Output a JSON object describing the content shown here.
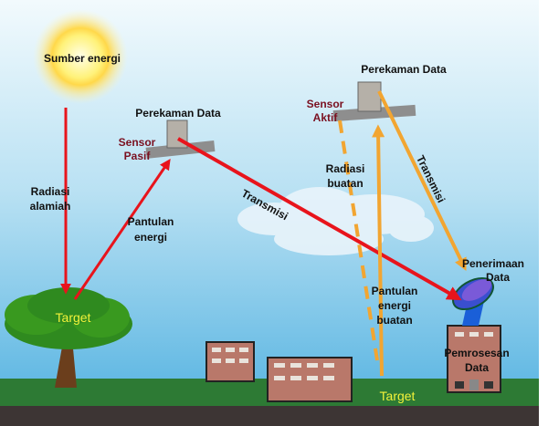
{
  "labels": {
    "energy_source": "Sumber energi",
    "natural_radiation": [
      "Radiasi",
      "alamiah"
    ],
    "target_left": "Target",
    "energy_reflection": [
      "Pantulan",
      "energi"
    ],
    "data_recording_passive": "Perekaman Data",
    "passive_sensor": [
      "Sensor",
      "Pasif"
    ],
    "transmission_red": "Transmisi",
    "data_recording_active": "Perekaman Data",
    "active_sensor": [
      "Sensor",
      "Aktif"
    ],
    "artificial_radiation": [
      "Radiasi",
      "buatan"
    ],
    "transmission_orange": "Transmisi",
    "data_reception": [
      "Penerimaan",
      "Data"
    ],
    "artificial_reflection": [
      "Pantulan",
      "energi",
      "buatan"
    ],
    "data_processing": [
      "Pemrosesan",
      "Data"
    ],
    "target_right": "Target"
  },
  "colors": {
    "natural_path": "#e8141c",
    "active_path": "#f2a531",
    "sky_top": "#eef8fc",
    "sky_bottom": "#4fb0e0",
    "ground": "#2d7a34",
    "soil": "#3d3534"
  }
}
